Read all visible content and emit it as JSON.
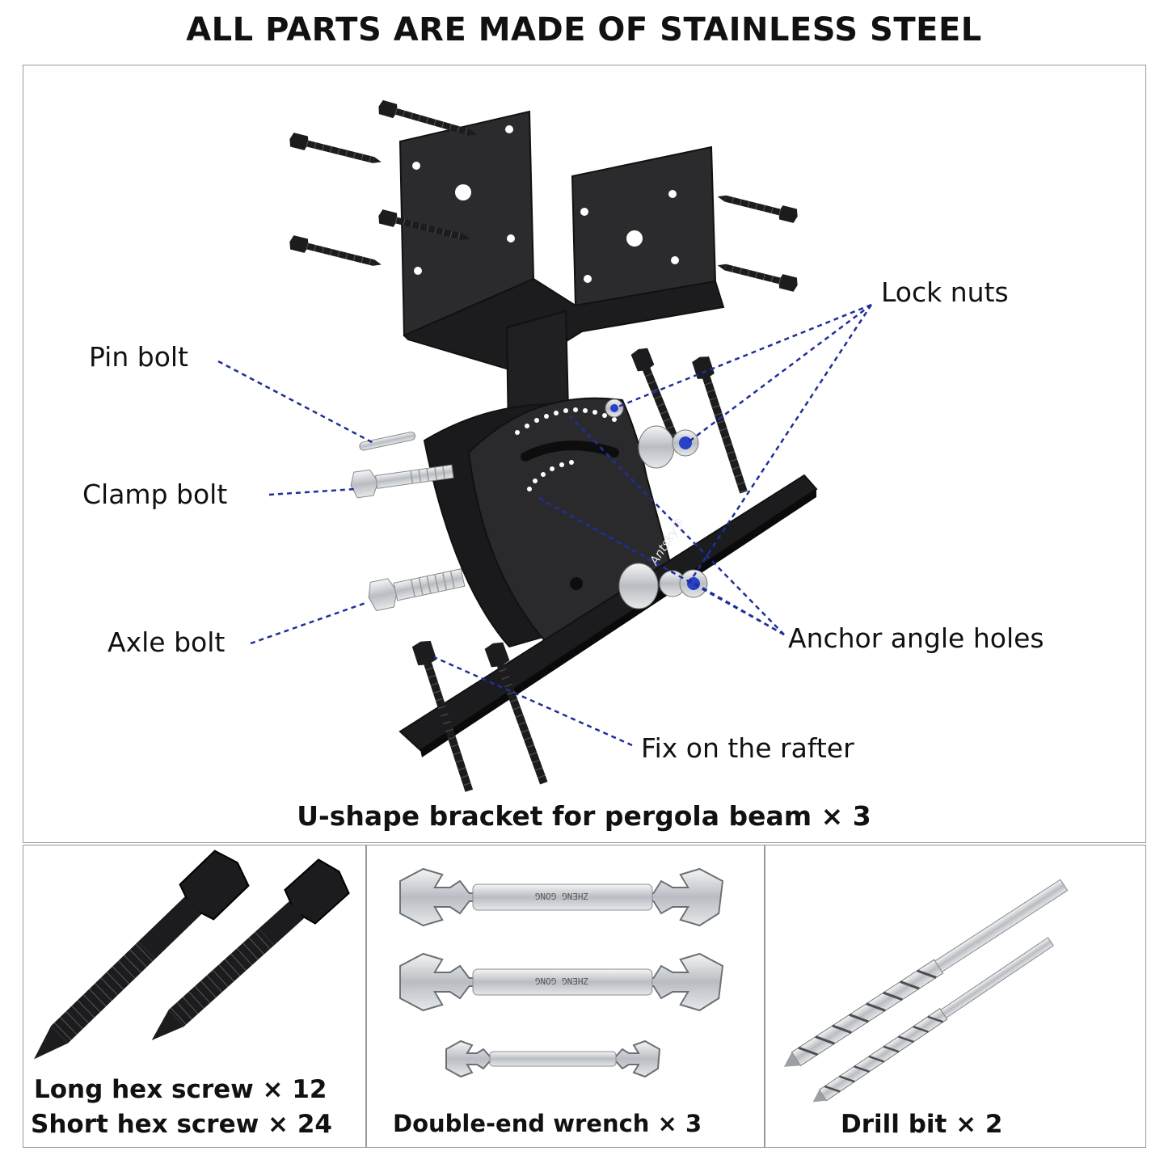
{
  "headline": "ALL PARTS ARE MADE OF STAINLESS STEEL",
  "callouts": {
    "lock_nuts": "Lock nuts",
    "pin_bolt": "Pin bolt",
    "clamp_bolt": "Clamp bolt",
    "axle_bolt": "Axle bolt",
    "anchor_angle_holes": "Anchor angle holes",
    "fix_on_rafter": "Fix on the rafter"
  },
  "brand_mark": "Antsky®",
  "bracket_caption": "U-shape bracket for pergola beam × 3",
  "parts": {
    "screws": {
      "line1": "Long hex screw × 12",
      "line2": "Short hex screw × 24"
    },
    "wrench": {
      "label": "Double-end wrench × 3",
      "engraving": "ZHENG GONG"
    },
    "drill": {
      "label": "Drill bit × 2"
    }
  },
  "colors": {
    "metal_dark": "#1c1c1e",
    "metal_mid": "#2b2b2e",
    "steel": "#c9ccd0",
    "leader": "#1f2f9a",
    "nut_blue": "#2940c8"
  },
  "icons": [
    "hex-screw-icon",
    "lock-nut-icon",
    "wrench-icon",
    "drill-bit-icon"
  ]
}
